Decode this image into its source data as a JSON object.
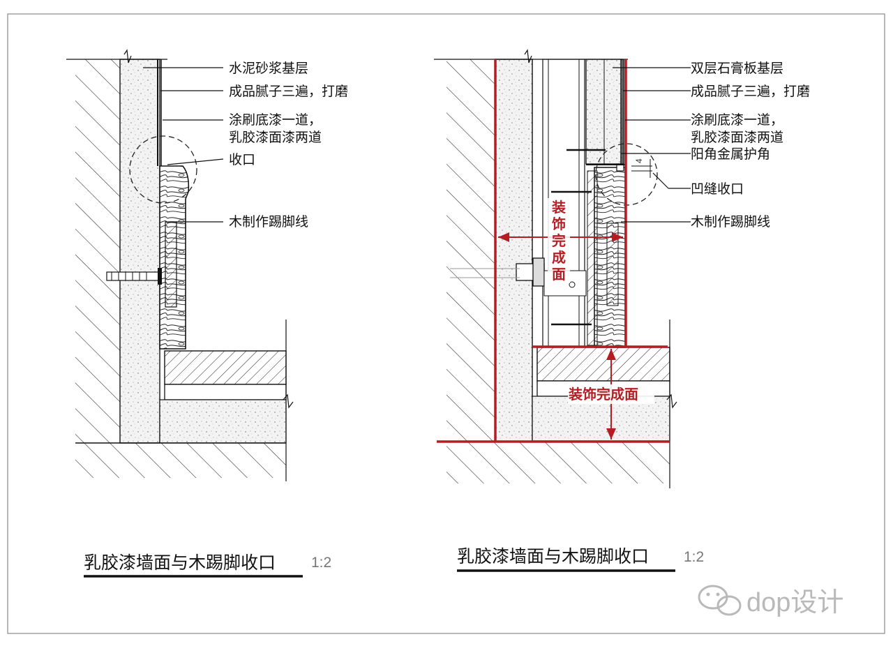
{
  "left_detail": {
    "labels": [
      "水泥砂浆基层",
      "成品腻子三遍，打磨",
      "涂刷底漆一道，",
      "乳胶漆面漆两道",
      "收口",
      "木制作踢脚线"
    ],
    "title": "乳胶漆墙面与木踢脚收口",
    "scale": "1:2"
  },
  "right_detail": {
    "labels": [
      "双层石膏板基层",
      "成品腻子三遍，打磨",
      "涂刷底漆一道，",
      "乳胶漆面漆两道",
      "阳角金属护角",
      "凹缝收口",
      "木制作踢脚线"
    ],
    "finish_label_vertical": [
      "装",
      "饰",
      "完",
      "成",
      "面"
    ],
    "finish_label_horizontal": "装饰完成面",
    "dimension": "4",
    "title": "乳胶漆墙面与木踢脚收口",
    "scale": "1:2"
  },
  "watermark": "dop设计",
  "colors": {
    "line": "#111111",
    "accent_red": "#b51d23",
    "concrete": "#f1f1f1",
    "watermark": "#b9b9b9"
  }
}
